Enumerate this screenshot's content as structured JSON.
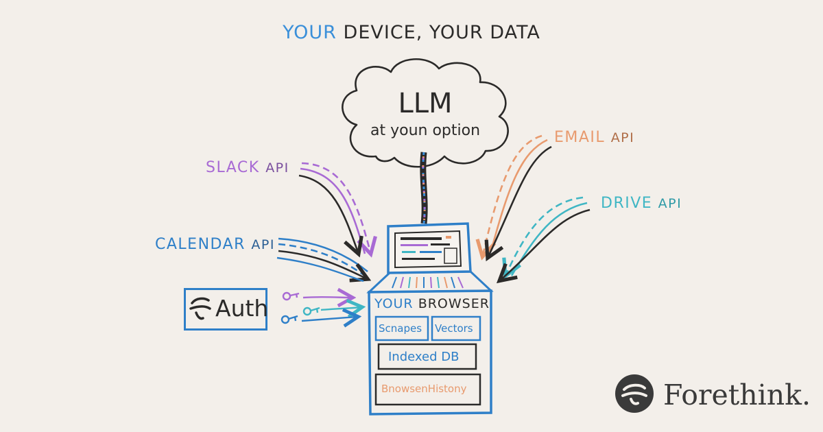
{
  "title": {
    "highlight": "YOUR",
    "rest": " DEVICE, YOUR DATA"
  },
  "cloud": {
    "line1": "LLM",
    "line2": "at youn option"
  },
  "labels": {
    "slack": {
      "name": "SLACK",
      "api": "API"
    },
    "calendar": {
      "name": "CALENDAR",
      "api": "API"
    },
    "email": {
      "name": "EMAIL",
      "api": "API"
    },
    "drive": {
      "name": "DRIVE",
      "api": "API"
    }
  },
  "auth": {
    "label": "Auth"
  },
  "browser": {
    "title_highlight": "YOUR",
    "title_rest": "BROWSER",
    "scrapes": "Scnapes",
    "vectors": "Vectors",
    "indexed_db": "Indexed DB",
    "history": "BnowsenHistony"
  },
  "brand": {
    "name": "Forethink."
  },
  "colors": {
    "slack": "#a86ad4",
    "calendar": "#2e7fc8",
    "email": "#e89a6e",
    "drive": "#3fb6c4",
    "ink": "#2b2a29",
    "browser_blue": "#2e7fc8"
  }
}
